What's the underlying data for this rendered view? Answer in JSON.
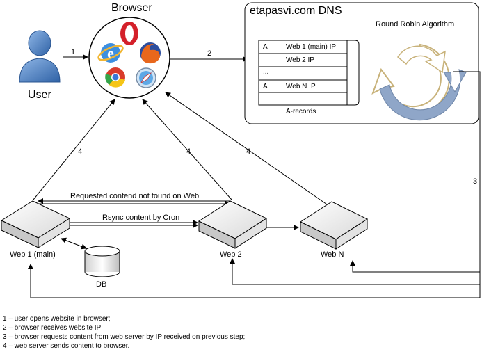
{
  "browser": {
    "title": "Browser",
    "icons": [
      "opera-icon",
      "internet-explorer-icon",
      "firefox-icon",
      "chrome-icon",
      "safari-icon"
    ]
  },
  "user": {
    "label": "User"
  },
  "dns": {
    "title": "etapasvi.com DNS",
    "algorithm_label": "Round Robin Algorithm",
    "records_caption": "A-records",
    "records": [
      {
        "type": "A",
        "value": "Web 1 (main) IP"
      },
      {
        "type": "",
        "value": "Web 2 IP"
      },
      {
        "type": "",
        "value": "..."
      },
      {
        "type": "A",
        "value": "Web N IP"
      },
      {
        "type": "",
        "value": ""
      }
    ]
  },
  "servers": {
    "web1": "Web 1 (main)",
    "web2": "Web 2",
    "webn": "Web N",
    "db": "DB"
  },
  "arrows": {
    "a1": "1",
    "a2": "2",
    "a3": "3",
    "a4_web1": "4",
    "a4_web2": "4",
    "a4_webn": "4",
    "not_found": "Requested contend not found on Web",
    "rsync": "Rsync content by Cron"
  },
  "legend": [
    "1 – user opens website in browser;",
    "2 – browser receives website IP;",
    "3 – browser requests content from web server by IP received on previous step;",
    "4 – web server sends content to browser."
  ],
  "colors": {
    "user": "#4a7fc0",
    "server_top": "#f2f2f2",
    "server_side": "#c8c8c8",
    "rr_blue": "#8fa6c8",
    "rr_gold": "#c8b27a"
  }
}
